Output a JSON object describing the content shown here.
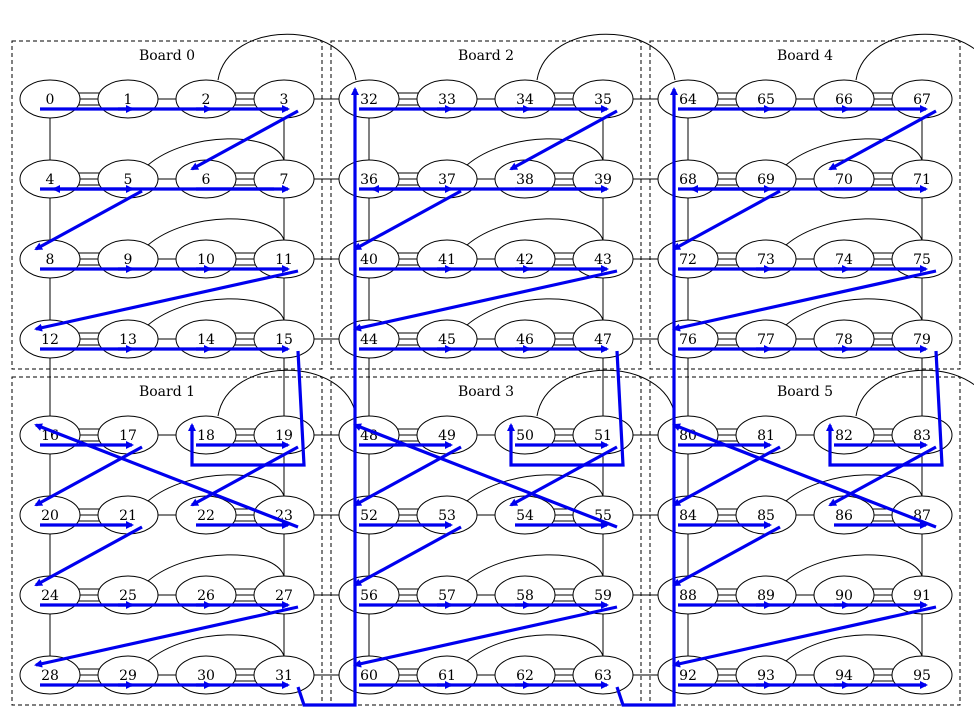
{
  "colors": {
    "route": "#0000ee",
    "line": "#000000",
    "dashed_border": "#000000"
  },
  "boards": [
    {
      "id": 0,
      "label": "Board 0",
      "nodes": [
        0,
        1,
        2,
        3,
        4,
        5,
        6,
        7,
        8,
        9,
        10,
        11,
        12,
        13,
        14,
        15
      ]
    },
    {
      "id": 1,
      "label": "Board 1",
      "nodes": [
        16,
        17,
        18,
        19,
        20,
        21,
        22,
        23,
        24,
        25,
        26,
        27,
        28,
        29,
        30,
        31
      ]
    },
    {
      "id": 2,
      "label": "Board 2",
      "nodes": [
        32,
        33,
        34,
        35,
        36,
        37,
        38,
        39,
        40,
        41,
        42,
        43,
        44,
        45,
        46,
        47
      ]
    },
    {
      "id": 3,
      "label": "Board 3",
      "nodes": [
        48,
        49,
        50,
        51,
        52,
        53,
        54,
        55,
        56,
        57,
        58,
        59,
        60,
        61,
        62,
        63
      ]
    },
    {
      "id": 4,
      "label": "Board 4",
      "nodes": [
        64,
        65,
        66,
        67,
        68,
        69,
        70,
        71,
        72,
        73,
        74,
        75,
        76,
        77,
        78,
        79
      ]
    },
    {
      "id": 5,
      "label": "Board 5",
      "nodes": [
        80,
        81,
        82,
        83,
        84,
        85,
        86,
        87,
        88,
        89,
        90,
        91,
        92,
        93,
        94,
        95
      ]
    }
  ],
  "grid": {
    "columns_per_board": 4,
    "rows_per_board": 4
  },
  "route_order": [
    0,
    1,
    2,
    3,
    6,
    7,
    4,
    5,
    8,
    9,
    10,
    11,
    12,
    13,
    14,
    15,
    18,
    19,
    22,
    23,
    16,
    17,
    20,
    21,
    24,
    25,
    26,
    27,
    28,
    29,
    30,
    31,
    32,
    33,
    34,
    35,
    38,
    39,
    36,
    37,
    40,
    41,
    42,
    43,
    44,
    45,
    46,
    47,
    50,
    51,
    54,
    55,
    48,
    49,
    52,
    53,
    56,
    57,
    58,
    59,
    60,
    61,
    62,
    63,
    64,
    65,
    66,
    67,
    70,
    71,
    68,
    69,
    72,
    73,
    74,
    75,
    76,
    77,
    78,
    79,
    82,
    83,
    86,
    87,
    80,
    81,
    84,
    85,
    88,
    89,
    90,
    91,
    92,
    93,
    94,
    95
  ]
}
